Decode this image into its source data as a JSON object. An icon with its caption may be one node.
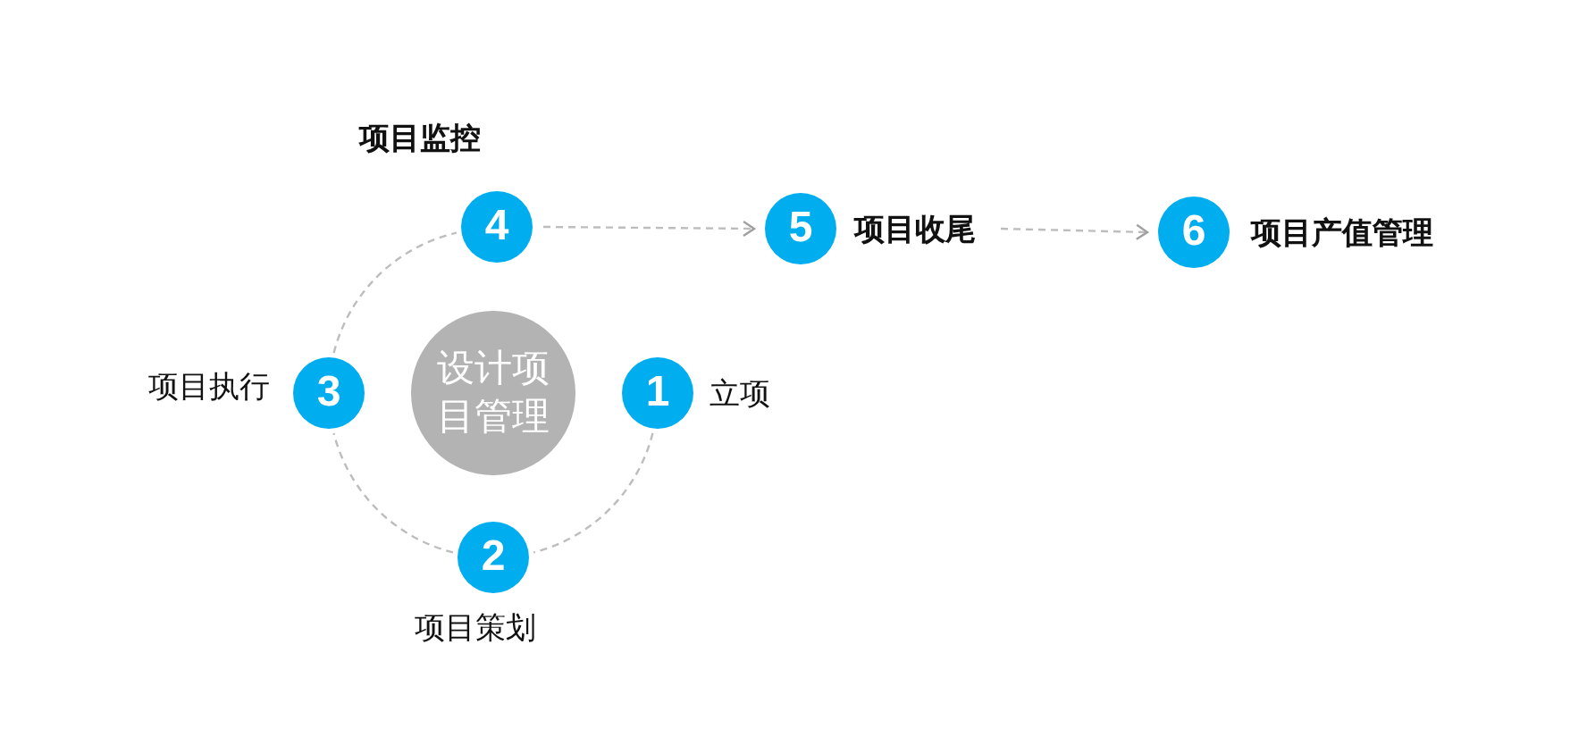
{
  "diagram": {
    "nodes": [
      {
        "text": [
          "设计项目管理"
        ]
      },
      {
        "text": [
          "1"
        ],
        "beside": [
          "立项"
        ]
      },
      {
        "text": [
          "2"
        ],
        "beside": [
          "项目策划"
        ]
      },
      {
        "text": [
          "3"
        ],
        "beside": [
          "项目执行"
        ]
      },
      {
        "text": [
          "4"
        ],
        "beside": [
          "项目监控"
        ]
      },
      {
        "text": [
          "5"
        ],
        "beside": [
          "项目收尾"
        ]
      },
      {
        "text": [
          "6"
        ],
        "beside": [
          "项目产值管理"
        ]
      }
    ],
    "edges": [
      {
        "from": 1,
        "to": 2,
        "arrow": "none",
        "style": "dashed"
      },
      {
        "from": 2,
        "to": 3,
        "arrow": "none",
        "style": "dashed"
      },
      {
        "from": 3,
        "to": 4,
        "arrow": "none",
        "style": "dashed"
      },
      {
        "from": 4,
        "to": 5,
        "arrow": "to",
        "style": "dashed"
      },
      {
        "from": 5,
        "to": 6,
        "arrow": "to",
        "style": "dashed"
      }
    ]
  }
}
